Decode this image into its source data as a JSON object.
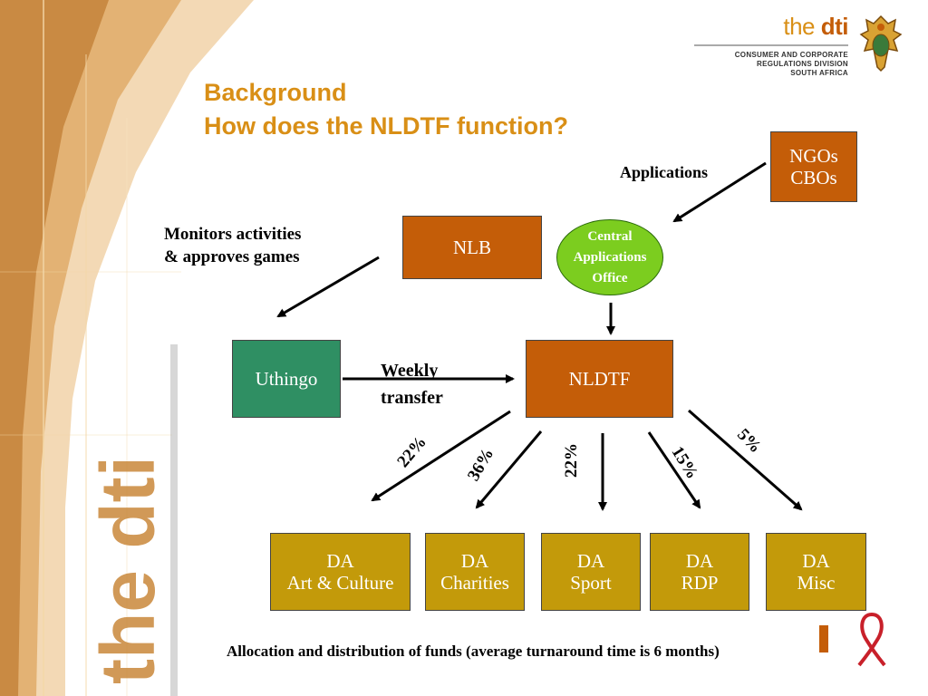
{
  "header": {
    "logo_the": "the ",
    "logo_dti": "dti",
    "division_line1": "CONSUMER AND CORPORATE",
    "division_line2": "REGULATIONS DIVISION",
    "division_line3": "SOUTH AFRICA"
  },
  "title": {
    "line1": "Background",
    "line2": "How does the NLDTF function?"
  },
  "sidebar": {
    "logo_text": "the dti"
  },
  "diagram": {
    "ngos_line1": "NGOs",
    "ngos_line2": "CBOs",
    "applications_label": "Applications",
    "cao_line1": "Central",
    "cao_line2": "Applications",
    "cao_line3": "Office",
    "nlb": "NLB",
    "monitors_line1": "Monitors activities",
    "monitors_line2": "& approves games",
    "uthingo": "Uthingo",
    "weekly_line1": "Weekly",
    "weekly_line2": "transfer",
    "nldtf": "NLDTF",
    "pct_art": "22%",
    "pct_charities": "36%",
    "pct_sport": "22%",
    "pct_rdp": "15%",
    "pct_misc": "5%",
    "da": [
      {
        "line1": "DA",
        "line2": "Art & Culture"
      },
      {
        "line1": "DA",
        "line2": "Charities"
      },
      {
        "line1": "DA",
        "line2": "Sport"
      },
      {
        "line1": "DA",
        "line2": "RDP"
      },
      {
        "line1": "DA",
        "line2": "Misc"
      }
    ]
  },
  "footer": {
    "text": "Allocation and distribution of funds (average turnaround time is 6 months)"
  },
  "colors": {
    "orange": "#c45d08",
    "gold": "#c39a0a",
    "green": "#2f8f63",
    "cao_green": "#7ccd1f",
    "title_orange": "#d98f16"
  }
}
